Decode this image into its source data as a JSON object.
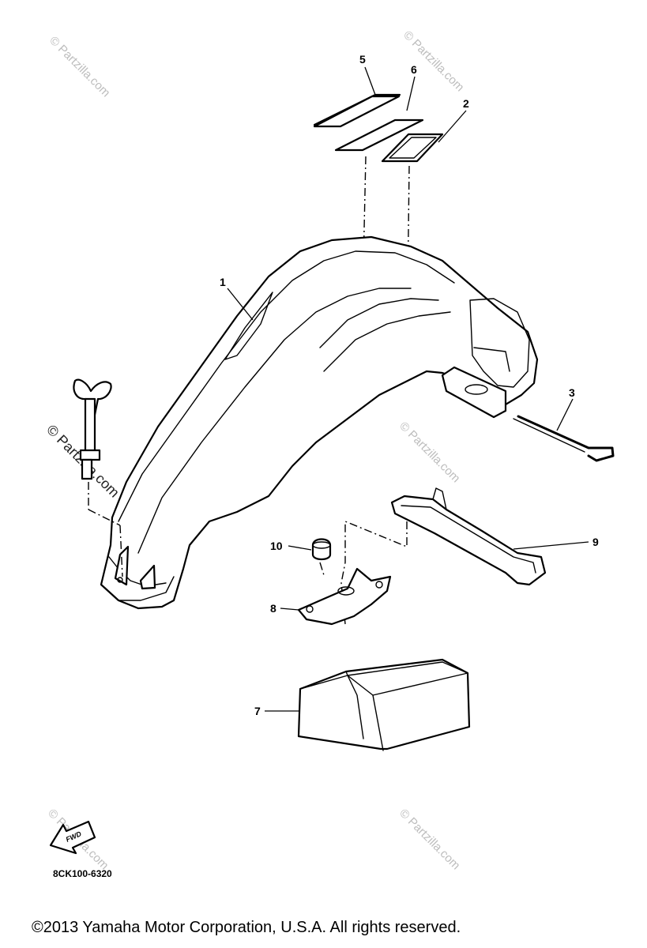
{
  "callouts": [
    "1",
    "2",
    "3",
    "5",
    "6",
    "7",
    "8",
    "9",
    "10"
  ],
  "watermark": "© Partzilla.com",
  "fwd_label": "FWD",
  "diagram_code": "8CK100-6320",
  "copyright": "©2013 Yamaha Motor Corporation, U.S.A. All rights reserved."
}
